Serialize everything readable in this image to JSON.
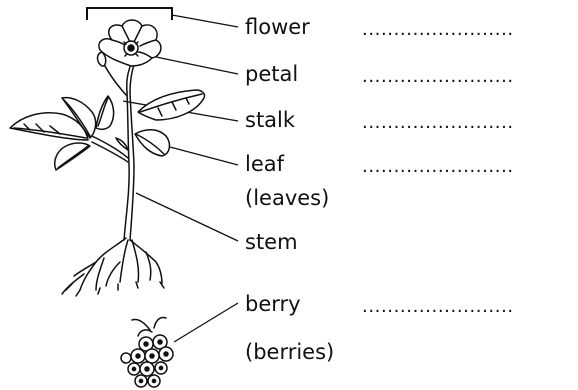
{
  "labels": {
    "flower": "flower",
    "petal": "petal",
    "stalk": "stalk",
    "leaf": "leaf",
    "leaves": "(leaves)",
    "stem": "stem",
    "berry": "berry",
    "berries": "(berries)"
  },
  "answer_line": "........................",
  "colors": {
    "ink": "#111111",
    "background": "#ffffff"
  }
}
